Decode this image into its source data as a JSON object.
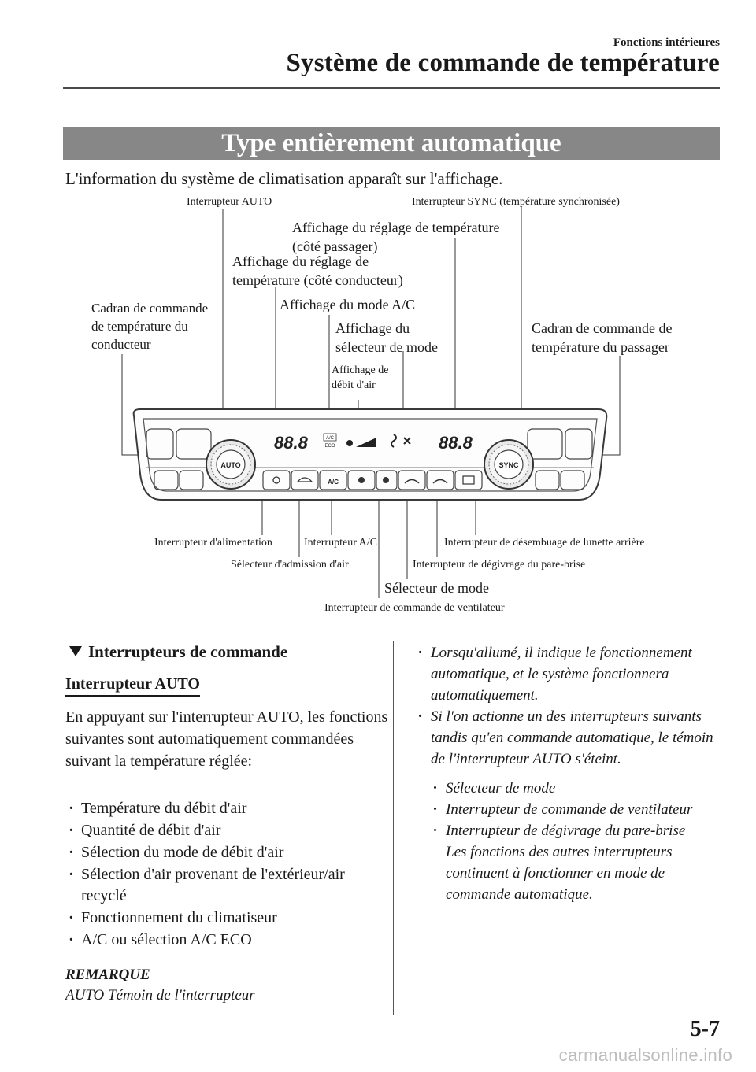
{
  "header": {
    "section": "Fonctions intérieures",
    "title": "Système de commande de température"
  },
  "banner": "Type entièrement automatique",
  "intro": "L'information du système de climatisation apparaît sur l'affichage.",
  "diagram": {
    "labels": {
      "auto_switch": "Interrupteur AUTO",
      "sync_switch": "Interrupteur SYNC (température synchronisée)",
      "pass_temp_display": "Affichage du réglage de température\n(côté passager)",
      "driver_temp_display": "Affichage du réglage de\ntempérature (côté conducteur)",
      "driver_dial": "Cadran de commande\nde température du\nconducteur",
      "ac_mode_display": "Affichage du mode A/C",
      "mode_selector_display": "Affichage du\nsélecteur de mode",
      "pass_dial": "Cadran de commande de\ntempérature du passager",
      "airflow_display": "Affichage de\ndébit d'air",
      "power_switch": "Interrupteur d'alimentation",
      "ac_switch": "Interrupteur A/C",
      "rear_defog": "Interrupteur de désembuage de lunette arrière",
      "air_intake": "Sélecteur d'admission d'air",
      "windshield_defrost": "Interrupteur de dégivrage du pare-brise",
      "mode_selector": "Sélecteur de mode",
      "fan_switch": "Interrupteur de commande de ventilateur"
    },
    "panel": {
      "auto_knob": "AUTO",
      "sync_knob": "SYNC",
      "ac_button": "A/C",
      "ac_indicator_1": "A/C",
      "ac_indicator_2": "ECO",
      "temp_left": "88.8",
      "temp_right": "88.8"
    }
  },
  "controls": {
    "heading": "Interrupteurs de commande",
    "auto_heading": "Interrupteur AUTO",
    "paragraph": "En appuyant sur l'interrupteur AUTO, les fonctions suivantes sont automatiquement commandées suivant la température réglée:",
    "items": [
      "Température du débit d'air",
      "Quantité de débit d'air",
      "Sélection du mode de débit d'air",
      "Sélection d'air provenant de l'extérieur/air recyclé",
      "Fonctionnement du climatiseur",
      "A/C ou sélection A/C ECO"
    ],
    "note_heading": "REMARQUE",
    "note_text": "AUTO Témoin de l'interrupteur"
  },
  "right": {
    "bullets": [
      "Lorsqu'allumé, il indique le fonctionnement automatique, et le système fonctionnera automatiquement.",
      "Si l'on actionne un des interrupteurs suivants tandis qu'en commande automatique, le témoin de l'interrupteur AUTO s'éteint."
    ],
    "sub_bullets": [
      "Sélecteur de mode",
      "Interrupteur de commande de ventilateur",
      "Interrupteur de dégivrage du pare-brise"
    ],
    "continuation": "Les fonctions des autres interrupteurs continuent à fonctionner en mode de commande automatique."
  },
  "footer": {
    "page": "5-7",
    "watermark": "carmanualsonline.info"
  }
}
